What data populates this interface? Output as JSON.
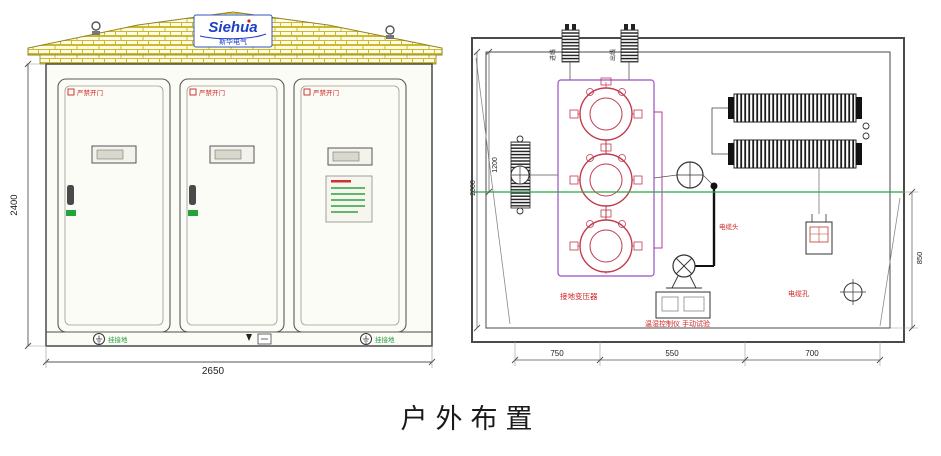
{
  "page": {
    "title": "户外布置"
  },
  "front_view": {
    "dim_height": "2400",
    "dim_width": "2650",
    "logo_text": "Siehua",
    "logo_subtext": "斯华电气",
    "door_warning": "严禁开门",
    "ground_left": "挂接地",
    "ground_right": "挂接地"
  },
  "plan_view": {
    "incoming_label": "进线",
    "outgoing_label": "出线",
    "transformer_label": "接地变压器",
    "cable_head_label": "电缆头",
    "control_label": "温湿控制仪 手动试验",
    "cable_hole_label": "电缆孔",
    "dim_height_total": "2000",
    "dim_height_upper": "1200",
    "dim_right": "850",
    "dim_bottom_left": "750",
    "dim_bottom_mid": "550",
    "dim_bottom_right": "700"
  },
  "colors": {
    "brick_yellow": "#cbb92e",
    "logo_blue": "#1d3fc4",
    "warning_red": "#cc2222",
    "marker_green": "#27a844",
    "transformer_red": "#c23b4f",
    "frame_purple": "#9b4fc0",
    "line_dark": "#4a4a4a"
  }
}
